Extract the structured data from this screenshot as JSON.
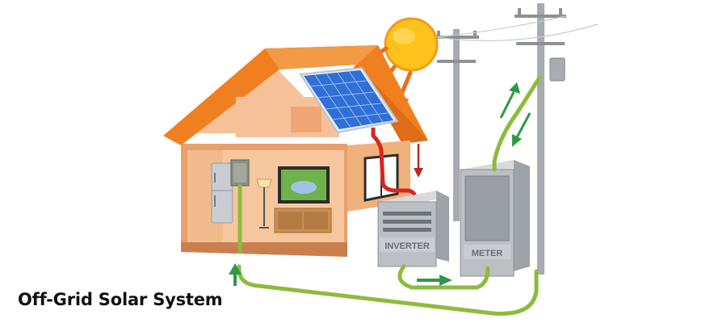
{
  "caption": "Off-Grid Solar System",
  "devices": {
    "inverter_label": "INVERTER",
    "meter_label": "METER"
  },
  "colors": {
    "wire": "#8dbb3c",
    "power_cable": "#d7261e",
    "flow_arrow": "#2e9a45",
    "sun_ray": "#f26b1d",
    "sun": "#ffc21a",
    "roof": "#f0801f",
    "wall": "#f3b07d",
    "panel": "#2f6fd6",
    "cabinet": "#bcc0c4"
  },
  "icons": [
    "sun-icon",
    "solar-panel-icon",
    "house-icon",
    "inverter-icon",
    "meter-icon",
    "utility-pole-icon",
    "transformer-icon",
    "refrigerator-icon",
    "tv-icon",
    "lamp-icon"
  ]
}
